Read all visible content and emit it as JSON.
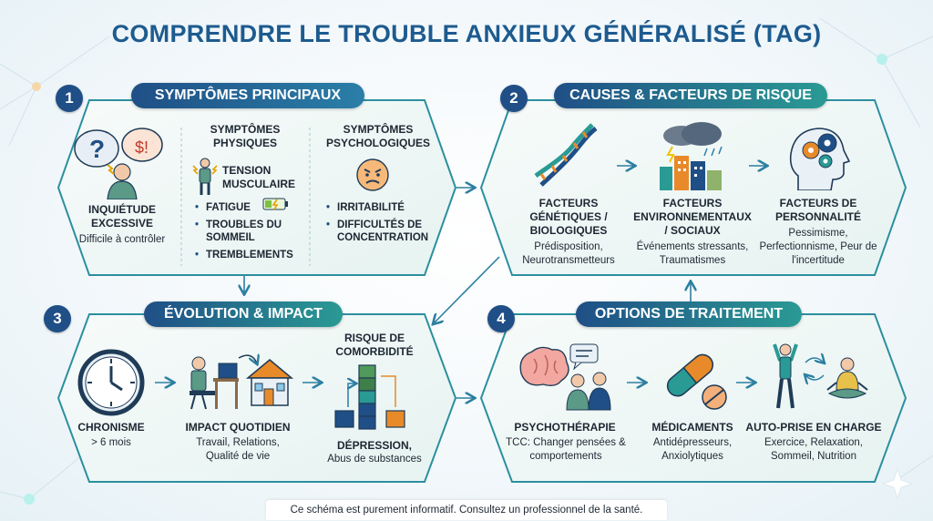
{
  "title": "COMPRENDRE LE TROUBLE ANXIEUX GÉNÉRALISÉ (TAG)",
  "colors": {
    "title": "#1d5b8f",
    "badge": "#1f4f86",
    "pill_start": "#1f4f86",
    "pill_end": "#2a9a94",
    "panel_border": "#2c8f9f",
    "panel_fill": "#eef7f6"
  },
  "sections": {
    "s1": {
      "number": "1",
      "heading": "SYMPTÔMES PRINCIPAUX",
      "worry": {
        "title": "INQUIÉTUDE EXCESSIVE",
        "desc": "Difficile à contrôler"
      },
      "physical": {
        "title": "SYMPTÔMES PHYSIQUES",
        "items": [
          "TENSION MUSCULAIRE",
          "FATIGUE",
          "TROUBLES DU SOMMEIL",
          "TREMBLEMENTS"
        ]
      },
      "psych": {
        "title": "SYMPTÔMES PSYCHOLOGIQUES",
        "items": [
          "IRRITABILITÉ",
          "DIFFICULTÉS DE CONCENTRATION"
        ]
      }
    },
    "s2": {
      "number": "2",
      "heading": "CAUSES & FACTEURS DE RISQUE",
      "items": [
        {
          "title": "FACTEURS GÉNÉTIQUES / BIOLOGIQUES",
          "desc": "Prédisposition, Neurotransmetteurs"
        },
        {
          "title": "FACTEURS ENVIRONNEMENTAUX / SOCIAUX",
          "desc": "Événements stressants, Traumatismes"
        },
        {
          "title": "FACTEURS DE PERSONNALITÉ",
          "desc": "Pessimisme, Perfectionnisme, Peur de l'incertitude"
        }
      ]
    },
    "s3": {
      "number": "3",
      "heading": "ÉVOLUTION & IMPACT",
      "items": [
        {
          "title": "CHRONISME",
          "desc": "> 6 mois"
        },
        {
          "title": "IMPACT QUOTIDIEN",
          "desc": "Travail, Relations, Qualité de vie"
        },
        {
          "title": "RISQUE DE COMORBIDITÉ",
          "desc": ""
        },
        {
          "title": "DÉPRESSION,",
          "desc": "Abus de substances"
        }
      ]
    },
    "s4": {
      "number": "4",
      "heading": "OPTIONS DE TRAITEMENT",
      "items": [
        {
          "title": "PSYCHOTHÉRAPIE",
          "desc": "TCC: Changer pensées & comportements"
        },
        {
          "title": "MÉDICAMENTS",
          "desc": "Antidépresseurs, Anxiolytiques"
        },
        {
          "title": "AUTO-PRISE EN CHARGE",
          "desc": "Exercice, Relaxation, Sommeil, Nutrition"
        }
      ]
    }
  },
  "footer": "Ce schéma est purement informatif. Consultez un professionnel de la santé."
}
